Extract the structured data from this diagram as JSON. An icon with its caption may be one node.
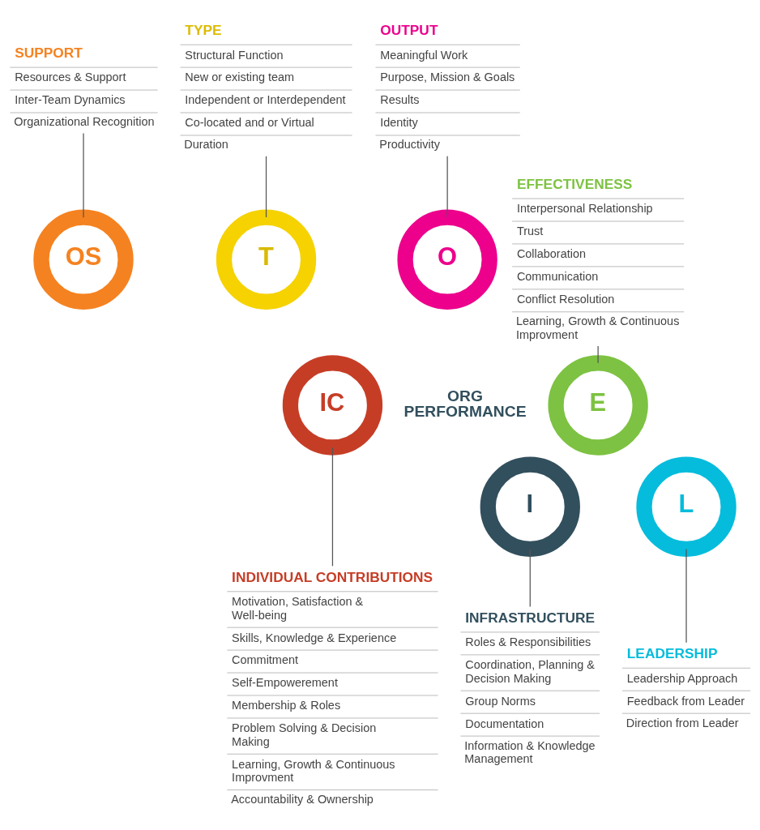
{
  "diagram": {
    "nodes": [
      {
        "text": [
          "SUPPORT",
          "Resources & Support",
          "Inter-Team Dynamics",
          "Organizational Recognition"
        ]
      },
      {
        "text": [
          "TYPE",
          "Structural Function",
          "New or existing team",
          "Independent or Interdependent",
          "Co-located and or Virtual",
          "Duration"
        ]
      },
      {
        "text": [
          "OUTPUT",
          "Meaningful Work",
          "Purpose, Mission & Goals",
          "Results",
          "Identity",
          "Productivity"
        ]
      },
      {
        "text": [
          "OS"
        ]
      },
      {
        "text": [
          "T"
        ]
      },
      {
        "text": [
          "O"
        ]
      },
      {
        "text": [
          "EFFECTIVENESS",
          "Interpersonal Relationship",
          "Trust",
          "Collaboration",
          "Communication",
          "Conflict Resolution",
          "Learning, Growth & Continuous Improvment"
        ]
      },
      {
        "text": [
          "IC"
        ]
      },
      {
        "text": [
          "E"
        ]
      },
      {
        "text": [
          "L"
        ]
      },
      {
        "text": [
          "LEADERSHIP",
          "Leadership Approach",
          "Feedback from Leader",
          "Direction from Leader"
        ]
      },
      {
        "text": [
          "I"
        ]
      },
      {
        "text": [
          "INDIVIDUAL CONTRIBUTIONS",
          "Motivation, Satisfaction & Well-being",
          "Skills, Knowledge & Experience",
          "Commitment",
          "Self-Empowerement",
          "Membership & Roles",
          "Problem Solving & Decision Making",
          "Learning, Growth & Continuous Improvment",
          "Accountability & Ownership"
        ]
      },
      {
        "text": [
          "INFRASTRUCTURE",
          "Roles & Responsibilities",
          "Coordination, Planning & Decision Making",
          "Group Norms",
          "Documentation",
          "Information & Knowledge Management"
        ]
      }
    ],
    "edges": [
      {
        "from": 0,
        "to": 3,
        "arrow": "none"
      },
      {
        "from": 1,
        "to": 4,
        "arrow": "none"
      },
      {
        "from": 2,
        "to": 5,
        "arrow": "none"
      },
      {
        "from": 6,
        "to": 8,
        "arrow": "none"
      },
      {
        "from": 9,
        "to": 10,
        "arrow": "none"
      },
      {
        "from": 11,
        "to": 13,
        "arrow": "none"
      },
      {
        "from": 7,
        "to": 12,
        "arrow": "none"
      }
    ],
    "labels": [
      "ORG PERFORMANCE"
    ]
  }
}
